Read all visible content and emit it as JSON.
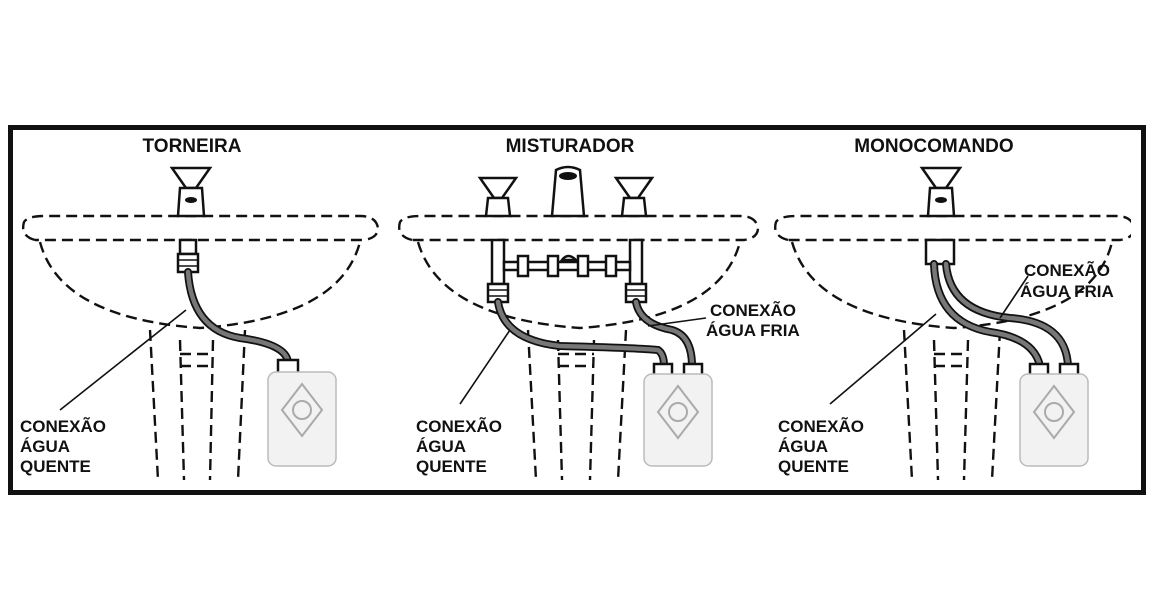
{
  "panels": [
    {
      "title": "TORNEIRA",
      "hot_label": [
        "CONEXÃO",
        "ÁGUA",
        "QUENTE"
      ]
    },
    {
      "title": "MISTURADOR",
      "cold_label": [
        "CONEXÃO",
        "ÁGUA FRIA"
      ],
      "hot_label": [
        "CONEXÃO",
        "ÁGUA",
        "QUENTE"
      ]
    },
    {
      "title": "MONOCOMANDO",
      "cold_label": [
        "CONEXÃO",
        "ÁGUA FRIA"
      ],
      "hot_label": [
        "CONEXÃO",
        "ÁGUA",
        "QUENTE"
      ]
    }
  ],
  "colors": {
    "line": "#111111",
    "hose": "#777777",
    "heater": "#f2f2f2"
  }
}
